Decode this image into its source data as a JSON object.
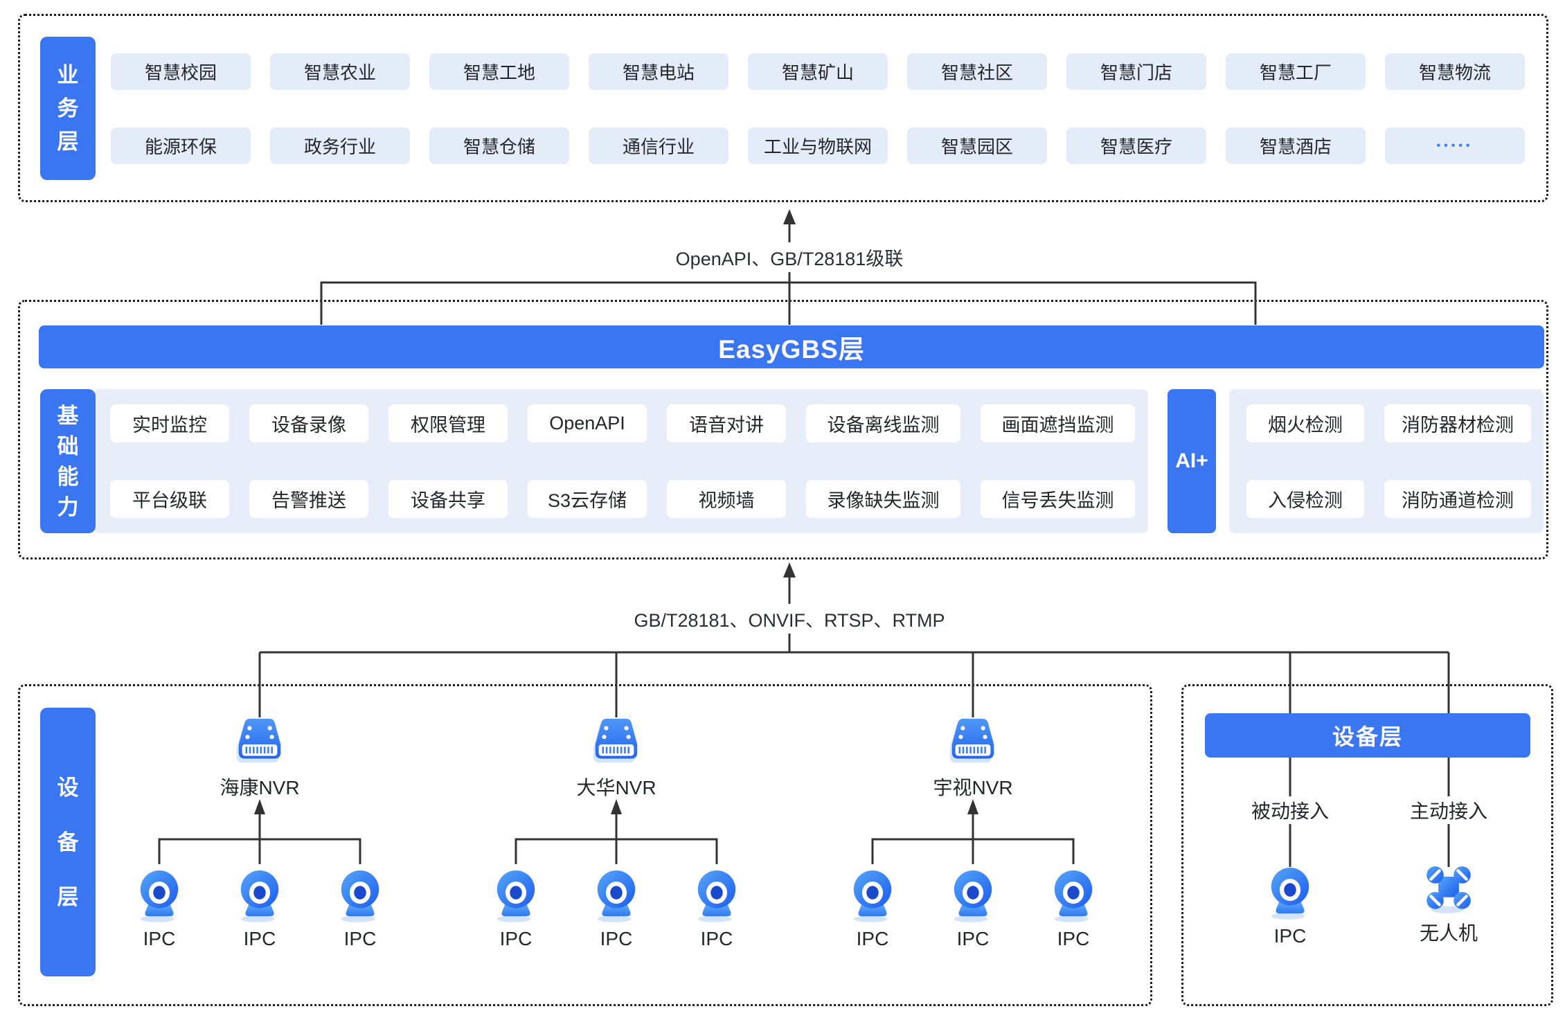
{
  "colors": {
    "accent": "#3b76f2",
    "chip_bg": "#e4ecfa",
    "panel_bg": "#e8edfa",
    "line": "#333333",
    "dots_blue": "#3b82f6"
  },
  "business_layer": {
    "label": "业务层",
    "row1": [
      "智慧校园",
      "智慧农业",
      "智慧工地",
      "智慧电站",
      "智慧矿山",
      "智慧社区",
      "智慧门店",
      "智慧工厂",
      "智慧物流"
    ],
    "row2": [
      "能源环保",
      "政务行业",
      "智慧仓储",
      "通信行业",
      "工业与物联网",
      "智慧园区",
      "智慧医疗",
      "智慧酒店",
      "•••••"
    ]
  },
  "connectors": {
    "top_label": "OpenAPI、GB/T28181级联",
    "bottom_label": "GB/T28181、ONVIF、RTSP、RTMP"
  },
  "gbs_layer": {
    "title": "EasyGBS层",
    "capability_label": "基础能力",
    "capability_row1": [
      "实时监控",
      "设备录像",
      "权限管理",
      "OpenAPI",
      "语音对讲",
      "设备离线监测",
      "画面遮挡监测"
    ],
    "capability_row2": [
      "平台级联",
      "告警推送",
      "设备共享",
      "S3云存储",
      "视频墙",
      "录像缺失监测",
      "信号丢失监测"
    ],
    "ai_label": "AI+",
    "ai_row1": [
      "烟火检测",
      "消防器材检测"
    ],
    "ai_row2": [
      "入侵检测",
      "消防通道检测"
    ]
  },
  "device_layer": {
    "label": "设备层",
    "groups": [
      {
        "name": "海康NVR",
        "ipcs": [
          "IPC",
          "IPC",
          "IPC"
        ]
      },
      {
        "name": "大华NVR",
        "ipcs": [
          "IPC",
          "IPC",
          "IPC"
        ]
      },
      {
        "name": "宇视NVR",
        "ipcs": [
          "IPC",
          "IPC",
          "IPC"
        ]
      }
    ]
  },
  "device_panel": {
    "title": "设备层",
    "passive_label": "被动接入",
    "active_label": "主动接入",
    "ipc_label": "IPC",
    "drone_label": "无人机"
  }
}
